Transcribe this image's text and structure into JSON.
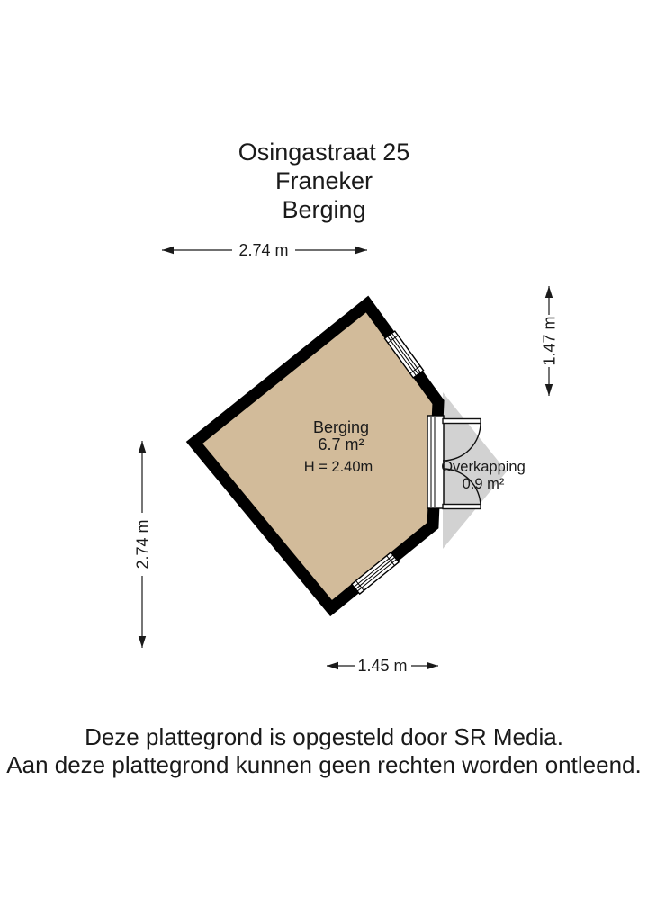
{
  "title": {
    "line1": "Osingastraat 25",
    "line2": "Franeker",
    "line3": "Berging"
  },
  "plan": {
    "room": {
      "name": "Berging",
      "area": "6.7 m²",
      "ceiling_height": "H = 2.40m"
    },
    "overkapping": {
      "name": "Overkapping",
      "area": "0.9 m²"
    },
    "dimensions": {
      "top": "2.74 m",
      "right": "1.47 m",
      "left": "2.74 m",
      "bottom": "1.45 m"
    }
  },
  "colors": {
    "floor": "#d2bb9a",
    "overkapping": "#d2d2d2",
    "wall": "#000000",
    "line": "#1a1a1a"
  },
  "footer": {
    "line1": "Deze plattegrond is opgesteld door SR Media.",
    "line2": "Aan deze plattegrond kunnen geen rechten worden ontleend."
  }
}
